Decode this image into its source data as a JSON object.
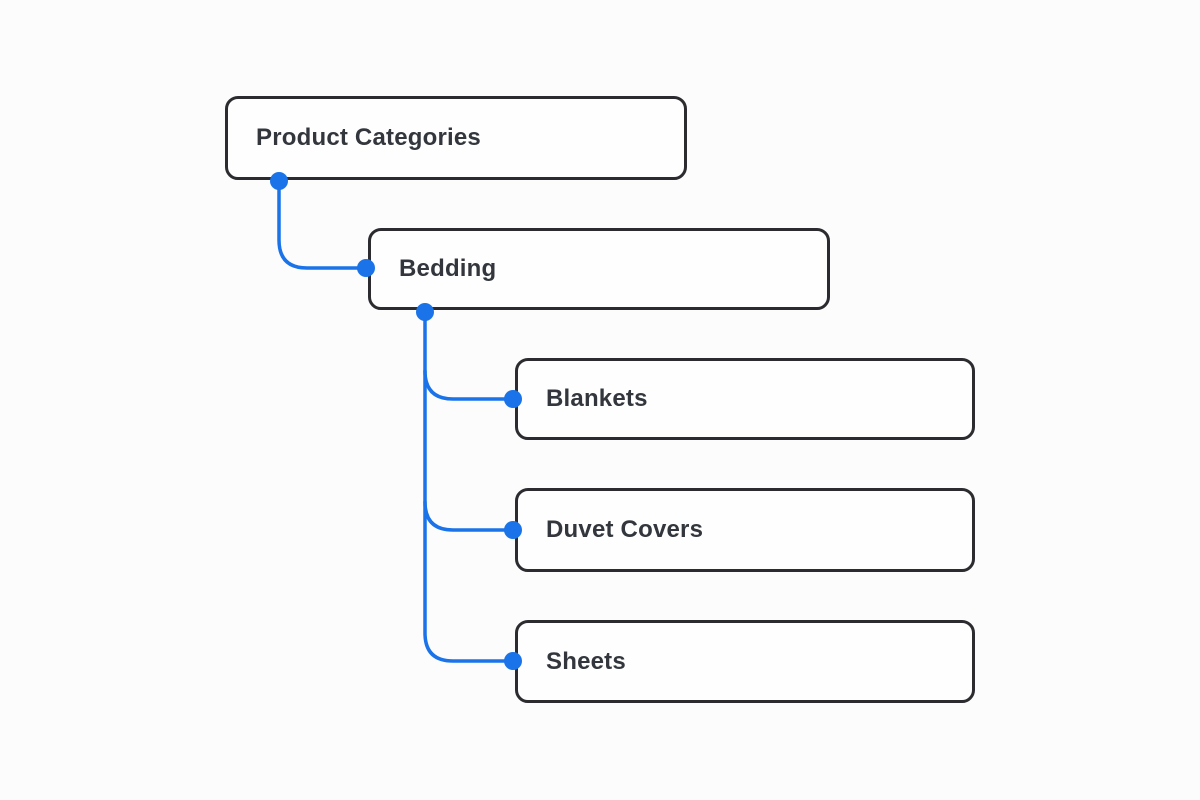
{
  "diagram": {
    "type": "tree",
    "background_color": "#fcfcfc",
    "accent_color": "#1a73e8",
    "node_border_color": "#2b2b30",
    "node_fill_color": "#fefefe",
    "node_text_color": "#33373d",
    "nodes": [
      {
        "id": "product-categories",
        "label": "Product Categories",
        "parent": null
      },
      {
        "id": "bedding",
        "label": "Bedding",
        "parent": "product-categories"
      },
      {
        "id": "blankets",
        "label": "Blankets",
        "parent": "bedding"
      },
      {
        "id": "duvet-covers",
        "label": "Duvet Covers",
        "parent": "bedding"
      },
      {
        "id": "sheets",
        "label": "Sheets",
        "parent": "bedding"
      }
    ]
  }
}
